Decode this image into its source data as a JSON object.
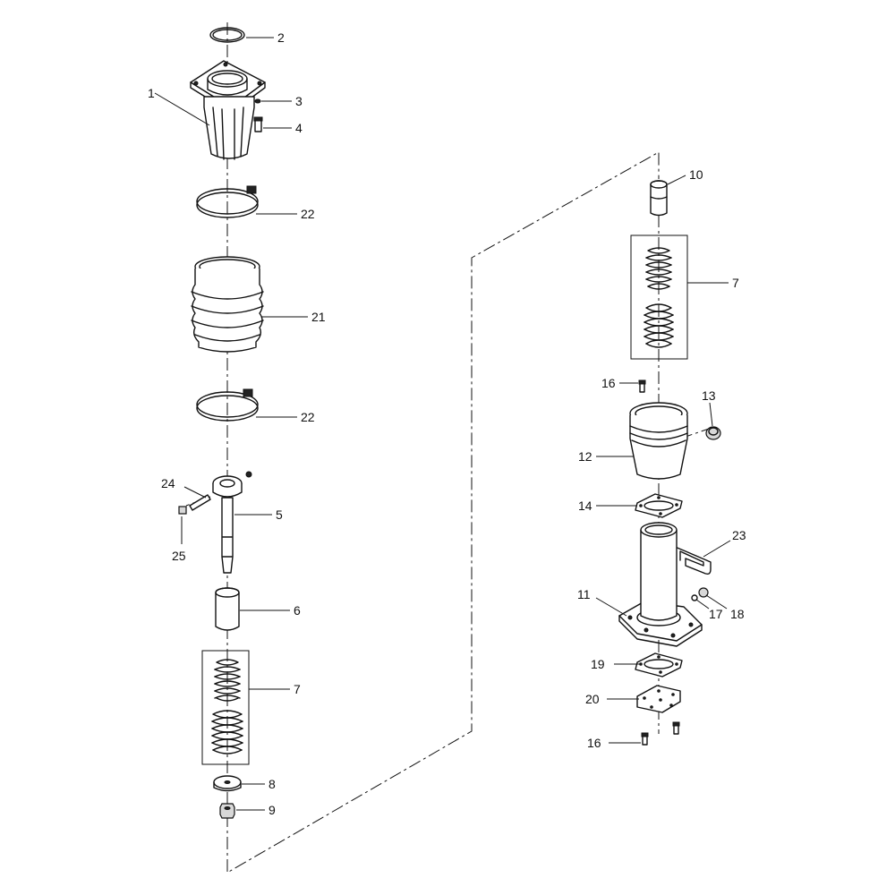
{
  "labels": [
    {
      "id": "l1",
      "text": "1"
    },
    {
      "id": "l2",
      "text": "2"
    },
    {
      "id": "l3",
      "text": "3"
    },
    {
      "id": "l4",
      "text": "4"
    },
    {
      "id": "l22a",
      "text": "22"
    },
    {
      "id": "l21",
      "text": "21"
    },
    {
      "id": "l22b",
      "text": "22"
    },
    {
      "id": "l24",
      "text": "24"
    },
    {
      "id": "l5",
      "text": "5"
    },
    {
      "id": "l25",
      "text": "25"
    },
    {
      "id": "l6",
      "text": "6"
    },
    {
      "id": "l7a",
      "text": "7"
    },
    {
      "id": "l8",
      "text": "8"
    },
    {
      "id": "l9",
      "text": "9"
    },
    {
      "id": "l10",
      "text": "10"
    },
    {
      "id": "l7b",
      "text": "7"
    },
    {
      "id": "l16a",
      "text": "16"
    },
    {
      "id": "l13",
      "text": "13"
    },
    {
      "id": "l12",
      "text": "12"
    },
    {
      "id": "l14",
      "text": "14"
    },
    {
      "id": "l23",
      "text": "23"
    },
    {
      "id": "l11",
      "text": "11"
    },
    {
      "id": "l17",
      "text": "17"
    },
    {
      "id": "l18",
      "text": "18"
    },
    {
      "id": "l19",
      "text": "19"
    },
    {
      "id": "l20",
      "text": "20"
    },
    {
      "id": "l16b",
      "text": "16"
    }
  ]
}
